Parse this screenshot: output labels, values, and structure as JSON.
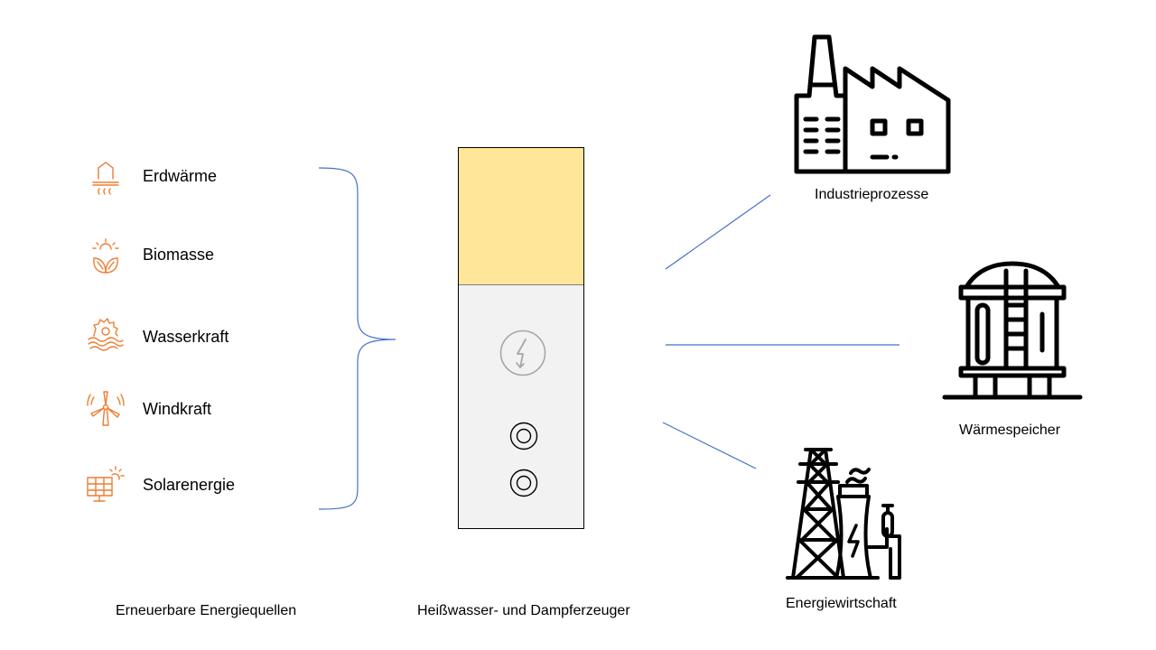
{
  "sources": [
    {
      "label": "Erdwärme",
      "icon": "geothermal-icon"
    },
    {
      "label": "Biomasse",
      "icon": "biomass-icon"
    },
    {
      "label": "Wasserkraft",
      "icon": "hydropower-icon"
    },
    {
      "label": "Windkraft",
      "icon": "wind-turbine-icon"
    },
    {
      "label": "Solarenergie",
      "icon": "solar-panel-icon"
    }
  ],
  "captions": {
    "sources": "Erneuerbare Energiequellen",
    "generator": "Heißwasser- und Dampferzeuger",
    "industry": "Industrieprozesse",
    "storage": "Wärmespeicher",
    "energy": "Energiewirtschaft"
  },
  "colors": {
    "accent_orange": "#ED7D31",
    "connector_blue": "#4472C4",
    "generator_top": "#FFE699",
    "generator_body": "#F2F2F2",
    "symbol_gray": "#A6A6A6"
  },
  "icons": {
    "generator_symbol": "lightning-bolt-icon",
    "generator_ports": "port-icon",
    "industry": "factory-icon",
    "storage": "storage-tank-icon",
    "energy": "power-plant-icon"
  }
}
